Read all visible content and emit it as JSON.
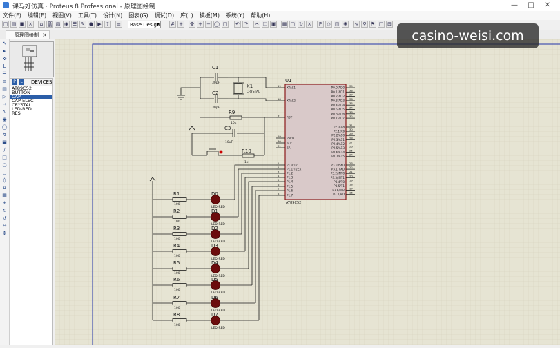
{
  "window": {
    "title": "课马好仿真 · Proteus 8 Professional - 原理图绘制"
  },
  "menu": [
    "文件(F)",
    "编辑(E)",
    "视图(V)",
    "工具(T)",
    "设计(N)",
    "图表(G)",
    "调试(D)",
    "库(L)",
    "模板(M)",
    "系统(Y)",
    "帮助(H)"
  ],
  "toolbar": {
    "design_combo": "Base Design"
  },
  "tabs": [
    {
      "label": "原理图绘制"
    }
  ],
  "picker": {
    "tab_p": "P",
    "tab_l": "L",
    "title": "DEVICES",
    "items": [
      "AT89C52",
      "BUTTON",
      "CAP",
      "CAP-ELEC",
      "CRYSTAL",
      "LED-RED",
      "RES"
    ],
    "selected": "CAP"
  },
  "watermark": "casino-weisi.com",
  "schematic": {
    "u1": {
      "ref": "U1",
      "part": "AT89C52"
    },
    "c1": {
      "ref": "C1",
      "val": "30pF"
    },
    "c2": {
      "ref": "C2",
      "val": "30pF"
    },
    "x1": {
      "ref": "X1",
      "val": "CRYSTAL"
    },
    "r9": {
      "ref": "R9",
      "val": "10k"
    },
    "c3": {
      "ref": "C3",
      "val": "10uF"
    },
    "r10": {
      "ref": "R10",
      "val": "1k"
    },
    "resistors": [
      {
        "ref": "R1",
        "val": "100"
      },
      {
        "ref": "R2",
        "val": "100"
      },
      {
        "ref": "R3",
        "val": "100"
      },
      {
        "ref": "R4",
        "val": "100"
      },
      {
        "ref": "R5",
        "val": "100"
      },
      {
        "ref": "R6",
        "val": "100"
      },
      {
        "ref": "R7",
        "val": "100"
      },
      {
        "ref": "R8",
        "val": "100"
      }
    ],
    "leds": [
      {
        "ref": "D0",
        "val": "LED-RED"
      },
      {
        "ref": "D1",
        "val": "LED-RED"
      },
      {
        "ref": "D2",
        "val": "LED-RED"
      },
      {
        "ref": "D3",
        "val": "LED-RED"
      },
      {
        "ref": "D4",
        "val": "LED-RED"
      },
      {
        "ref": "D5",
        "val": "LED-RED"
      },
      {
        "ref": "D6",
        "val": "LED-RED"
      },
      {
        "ref": "D7",
        "val": "LED-RED"
      }
    ],
    "left_pins": [
      "XTAL1",
      "XTAL2",
      "RST",
      "PSEN",
      "ALE",
      "EA",
      "P1.0/T2",
      "P1.1/T2EX",
      "P1.2",
      "P1.3",
      "P1.4",
      "P1.5",
      "P1.6",
      "P1.7"
    ],
    "right_pins": [
      "P0.0/AD0",
      "P0.1/AD1",
      "P0.2/AD2",
      "P0.3/AD3",
      "P0.4/AD4",
      "P0.5/AD5",
      "P0.6/AD6",
      "P0.7/AD7",
      "P2.0/A8",
      "P2.1/A9",
      "P2.2/A10",
      "P2.3/A11",
      "P2.4/A12",
      "P2.5/A13",
      "P2.6/A14",
      "P2.7/A15",
      "P3.0/RXD",
      "P3.1/TXD",
      "P3.2/INT0",
      "P3.3/INT1",
      "P3.4/T0",
      "P3.5/T1",
      "P3.6/WR",
      "P3.7/RD"
    ]
  }
}
